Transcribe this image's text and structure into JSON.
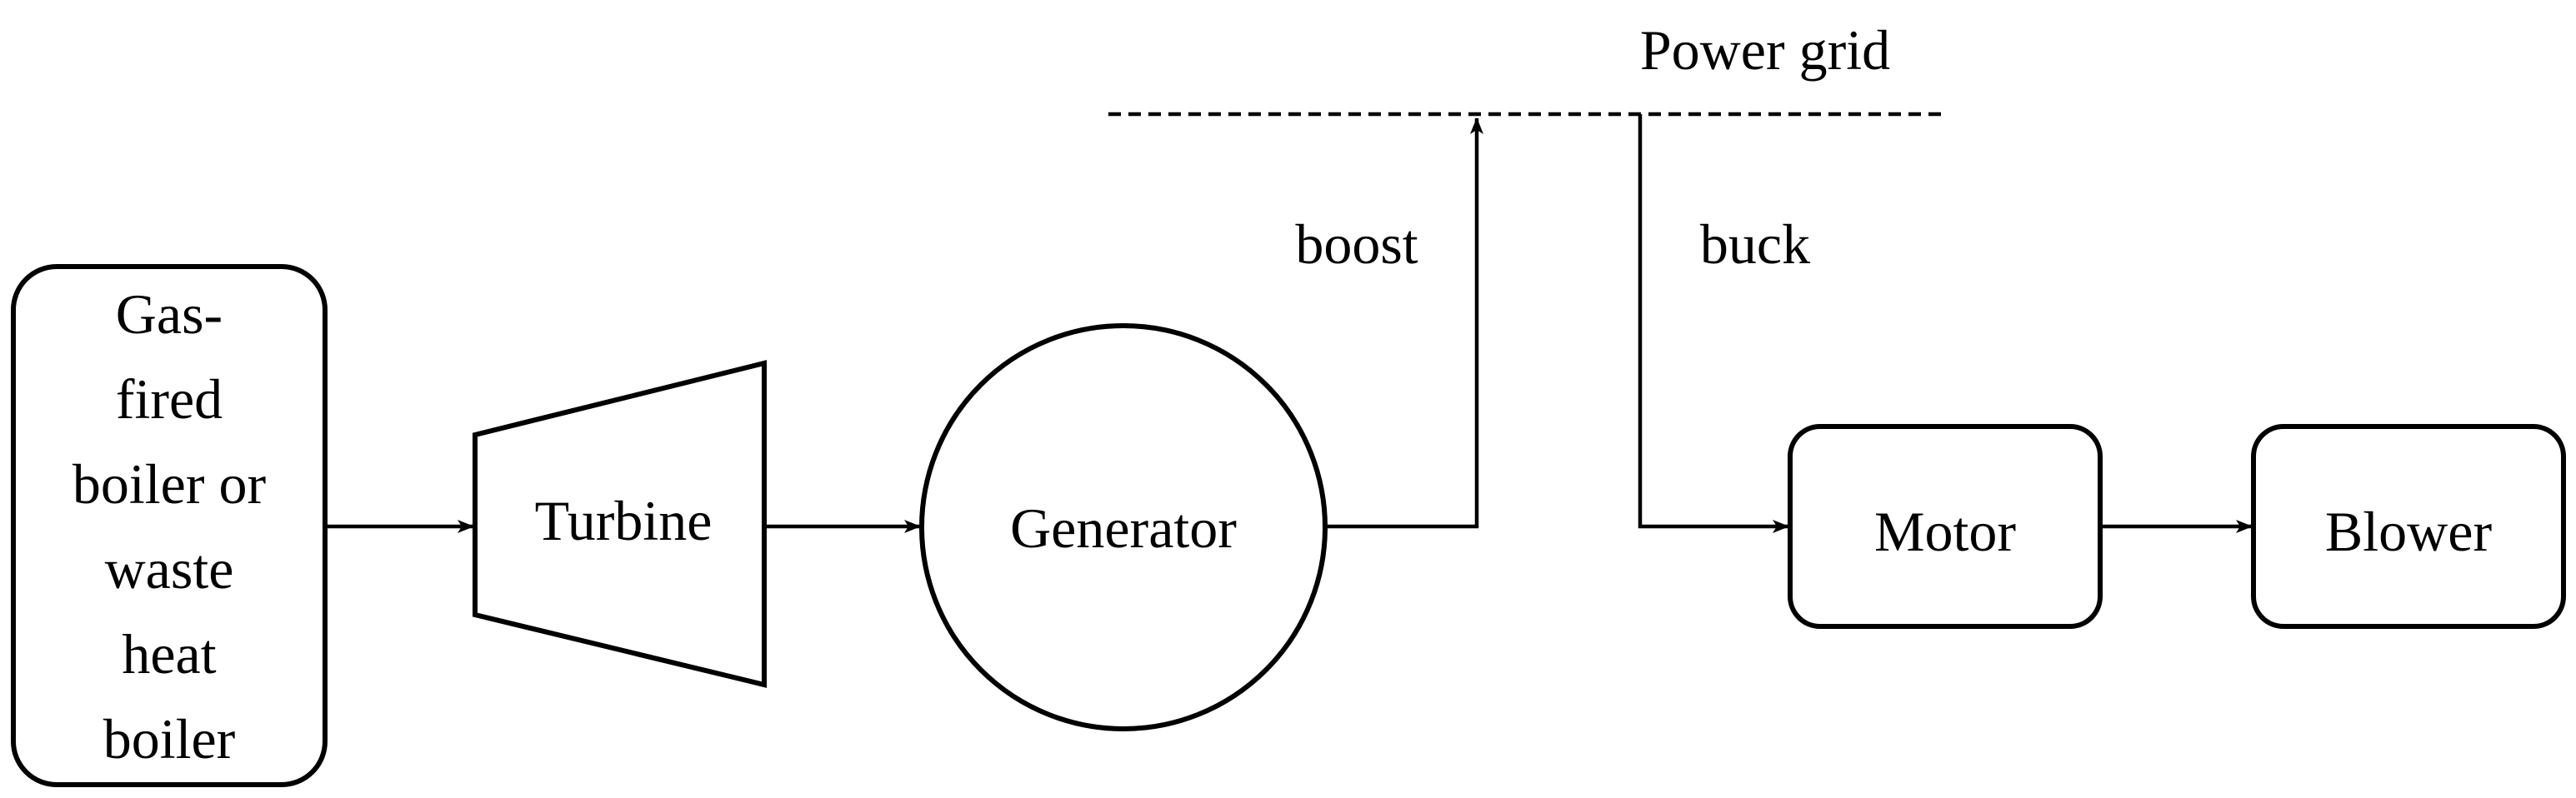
{
  "grid": {
    "label": "Power grid"
  },
  "boiler": {
    "lines": [
      "Gas-",
      "fired",
      "boiler or",
      "waste",
      "heat",
      "boiler"
    ]
  },
  "turbine": {
    "label": "Turbine"
  },
  "generator": {
    "label": "Generator"
  },
  "motor": {
    "label": "Motor"
  },
  "blower": {
    "label": "Blower"
  },
  "connections": {
    "boost_label": "boost",
    "buck_label": "buck"
  }
}
